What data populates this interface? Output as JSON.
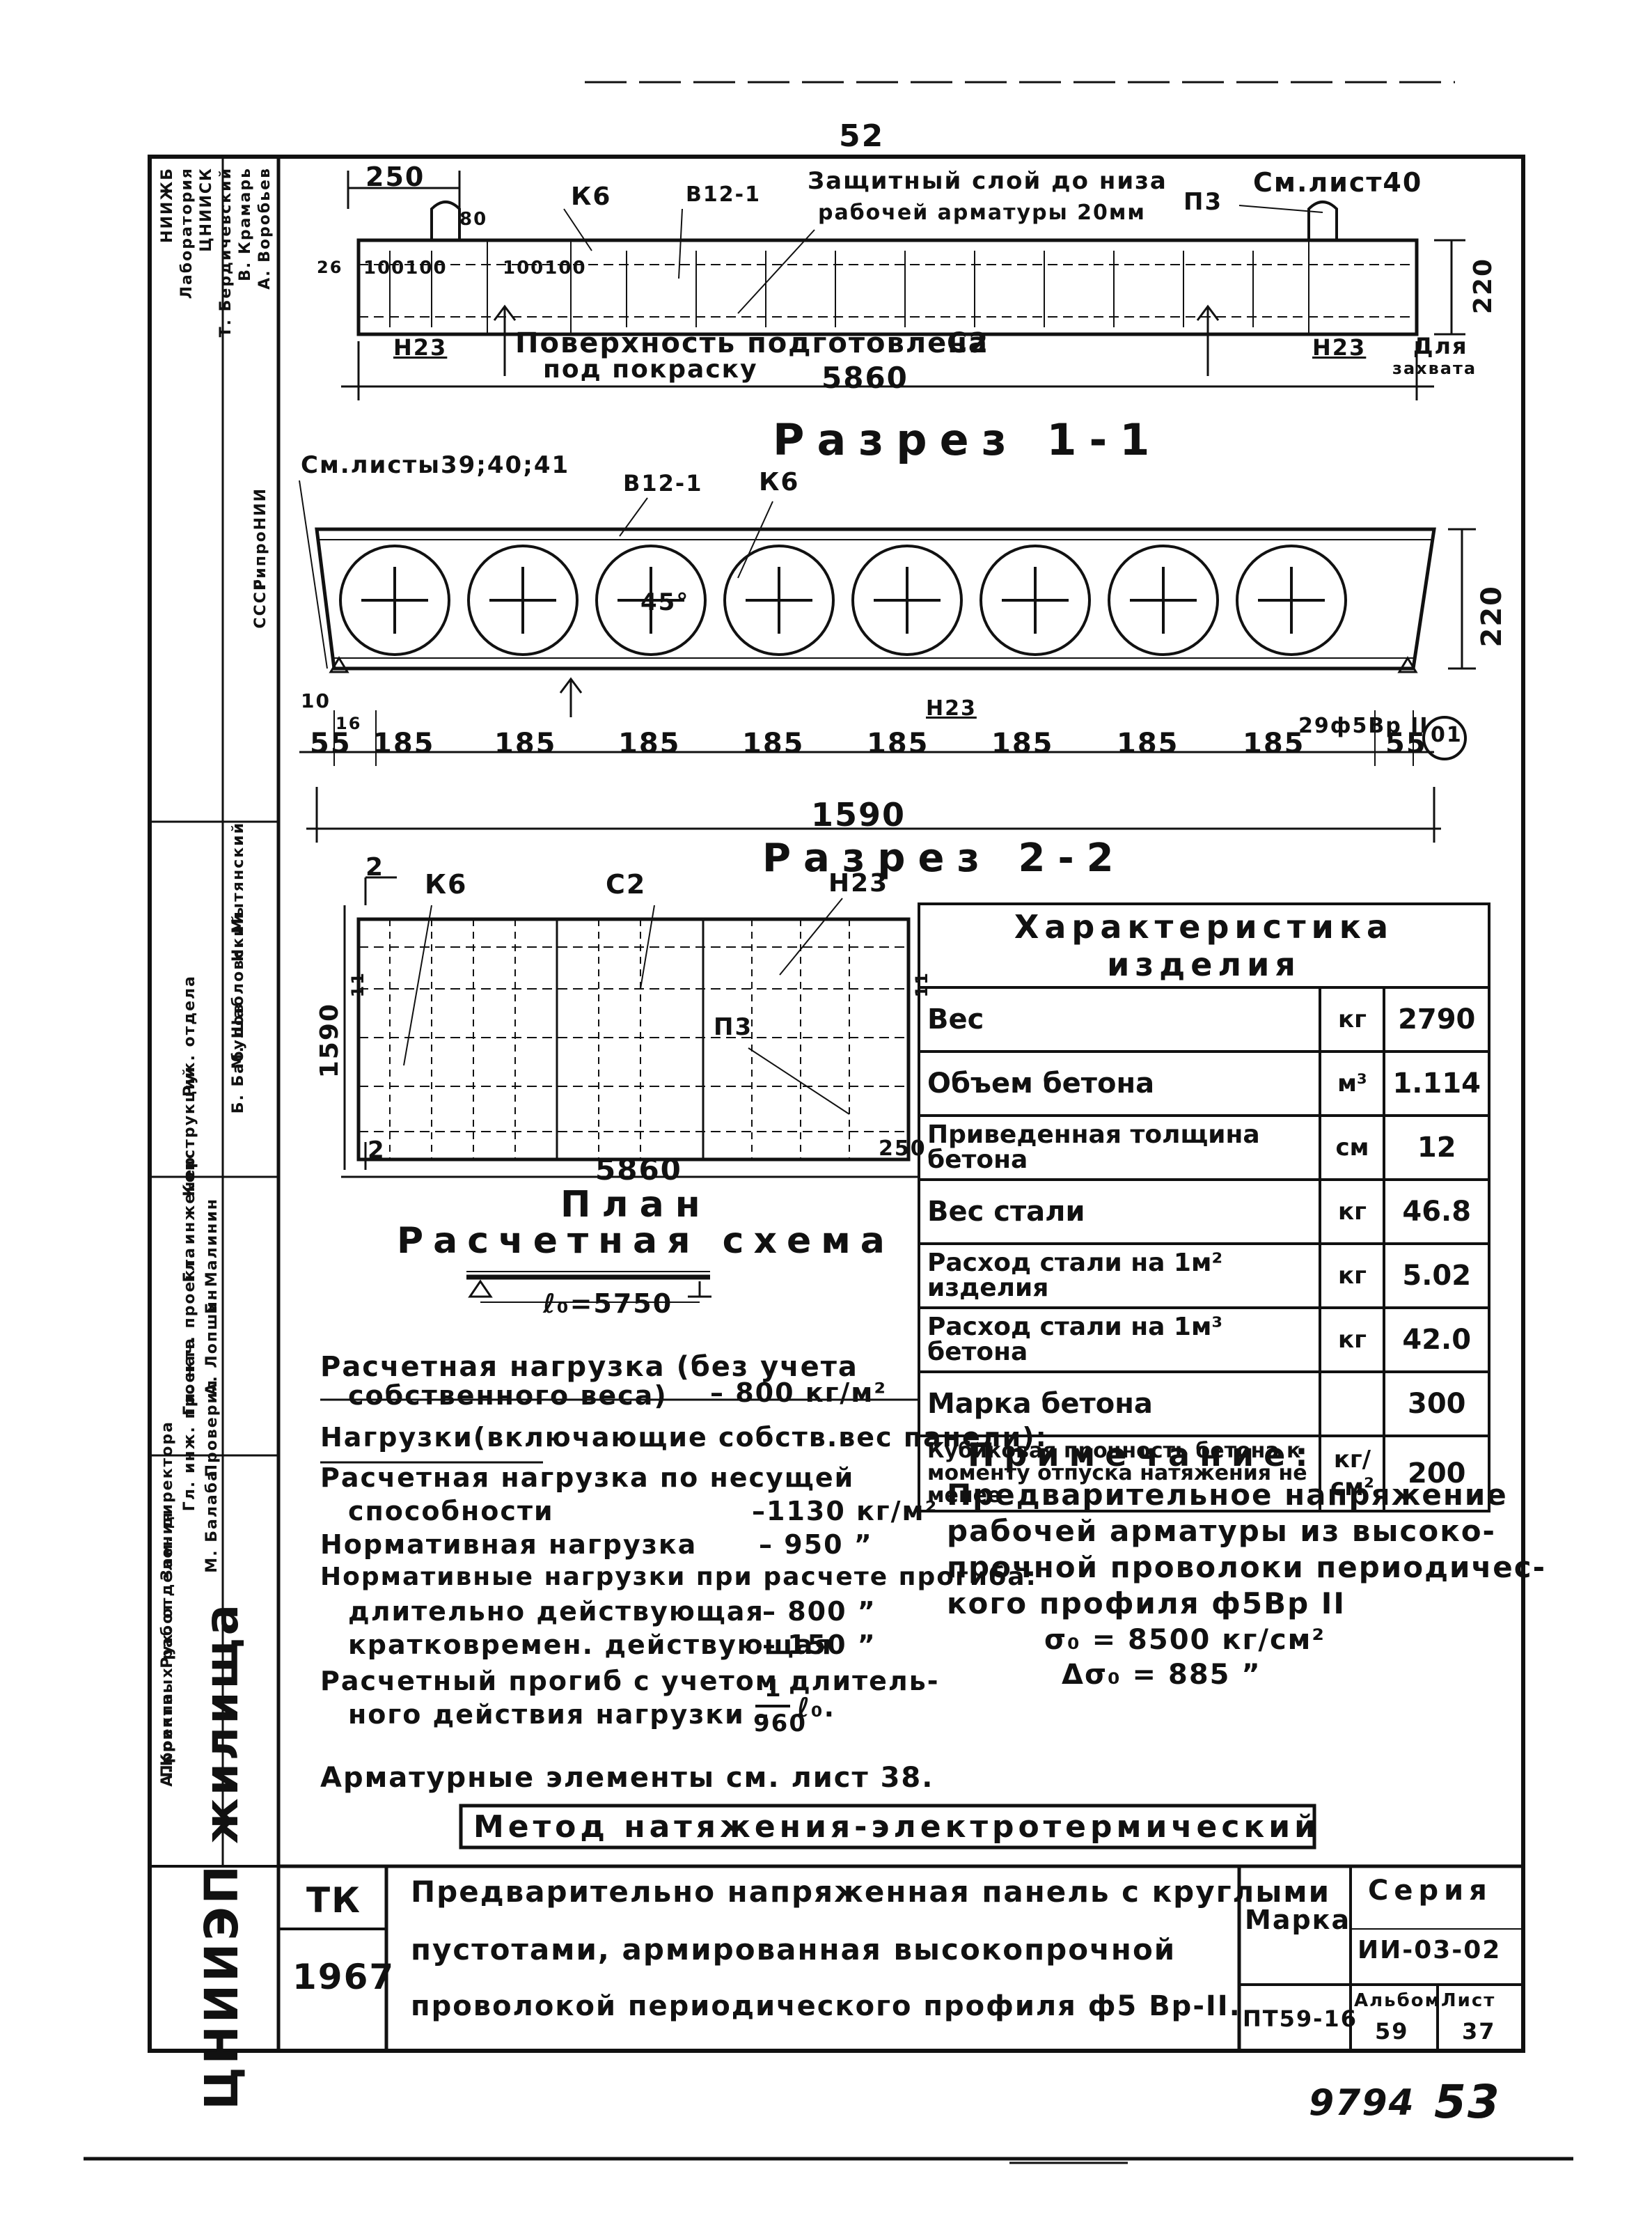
{
  "page": {
    "top_number": "52",
    "stamp_number": "9794",
    "page_number": "53"
  },
  "elevation": {
    "dim_250": "250",
    "k6": "К6",
    "v12": "В12-1",
    "protect_line1": "Защитный слой до низа",
    "protect_line2": "рабочей арматуры 20мм",
    "see_sheet": "См.лист40",
    "p3": "П3",
    "dim_80": "80",
    "dim_26": "26",
    "dim_100a": "100100",
    "dim_100b": "100100",
    "dim_220": "220",
    "n23_left": "Н23",
    "n23_right": "Н23",
    "surface_line1": "Поверхность подготовлена",
    "surface_line2": "под покраску",
    "c2": "С2",
    "dim_5860": "5860",
    "grip_line1": "Для",
    "grip_line2": "захвата"
  },
  "section11": {
    "title": "Разрез 1-1",
    "see_sheets": "См.листы39;40;41",
    "v12": "В12-1",
    "k6": "К6",
    "angle": "45°",
    "n23": "Н23",
    "dim_220": "220",
    "dim_10": "10",
    "dim_16": "16",
    "rebar": "29ф5Вр II",
    "marker": "01",
    "dims": [
      "55",
      "185",
      "185",
      "185",
      "185",
      "185",
      "185",
      "185",
      "185",
      "55"
    ],
    "total": "1590"
  },
  "section22": {
    "title": "Разрез 2-2"
  },
  "plan": {
    "label_2top": "2",
    "k6": "К6",
    "c2": "С2",
    "n23": "Н23",
    "p3": "П3",
    "dim_1590": "1590",
    "dim_11a": "11",
    "dim_11b": "11",
    "label_2bot": "2",
    "dim_5860": "5860",
    "dim_250": "250",
    "title": "План"
  },
  "scheme": {
    "title": "Расчетная схема",
    "span": "ℓ₀=5750"
  },
  "loads": {
    "design_line1": "Расчетная нагрузка (без учета",
    "design_line2": "собственного веса)",
    "design_value": "– 800 кг/м²",
    "incl_heading": "Нагрузки(включающие собств.вес панели):",
    "cap_line1": "Расчетная нагрузка по несущей",
    "cap_line2": "способности",
    "cap_value": "–1130 кг/м²",
    "norm_label": "Нормативная нагрузка",
    "norm_value": "– 950 ˮ",
    "defl_heading": "Нормативные нагрузки при расчете прогиба:",
    "long_label": "длительно действующая",
    "long_value": "– 800 ˮ",
    "short_label": "кратковремен. действующая",
    "short_value": "– 150 ˮ",
    "calc_line1": "Расчетный прогиб с учетом длитель-",
    "calc_line2": "ного действия нагрузки –",
    "frac_num": "1",
    "frac_den": "960",
    "frac_var": "ℓ₀."
  },
  "rebar_ref": "Арматурные элементы см. лист 38.",
  "method": "Метод натяжения-электротермический",
  "characteristics": {
    "title": "Характеристика изделия",
    "rows": [
      {
        "name": "Вес",
        "unit": "кг",
        "value": "2790"
      },
      {
        "name": "Объем бетона",
        "unit": "м³",
        "value": "1.114"
      },
      {
        "name": "Приведенная толщина бетона",
        "unit": "см",
        "value": "12"
      },
      {
        "name": "Вес стали",
        "unit": "кг",
        "value": "46.8"
      },
      {
        "name": "Расход стали на 1м² изделия",
        "unit": "кг",
        "value": "5.02"
      },
      {
        "name": "Расход стали на 1м³ бетона",
        "unit": "кг",
        "value": "42.0"
      },
      {
        "name": "Марка бетона",
        "unit": "",
        "value": "300"
      },
      {
        "name": "Кубиковая прочность бетона к моменту отпуска натяжения не менее",
        "unit": "кг/см²",
        "value": "200"
      }
    ]
  },
  "note": {
    "title": "Примечание:",
    "line1": "Предварительное напряжение",
    "line2": "рабочей арматуры из высоко-",
    "line3": "прочной проволоки периодичес-",
    "line4": "кого профиля ф5Вр II",
    "line5": "σ₀ = 8500 кг/см²",
    "line6": "Δσ₀ = 885 ˮ"
  },
  "title_block": {
    "tk": "ТК",
    "year": "1967",
    "desc_line1": "Предварительно напряженная панель с круглыми",
    "desc_line2": "пустотами, армированная высокопрочной",
    "desc_line3": "проволокой периодического профиля ф5 Вр-II.",
    "mark_label": "Марка",
    "mark": "ПТ59-16",
    "series_label": "Серия",
    "series": "ИИ-03-02",
    "album_label": "Альбом",
    "album": "59",
    "sheet_label": "Лист",
    "sheet": "37"
  },
  "side_stamp": {
    "org": "ЦНИИЭП жилища",
    "cols": [
      [
        "Зам. директора",
        "Рук. отделения",
        "Проектных работ",
        "А.Криппа"
      ],
      [
        "Рук. отдела",
        "Конструкций",
        "Гл. инженер",
        "Гл. нач. проекта",
        "Гл. инж. проекта"
      ],
      [
        "Б. Малинин",
        "А. Лопшин",
        "Проверил",
        "М. Балаба"
      ],
      [
        "Н. Мытянский",
        "М. Шабловский",
        "Б. Бабулов"
      ],
      [
        "ГипроНИИ",
        "СССР"
      ],
      [
        "НИИЖБ",
        "Лаборатория",
        "ЦНИИСК",
        "Т. Бердичевский",
        "В. Крамарь",
        "А. Воробьев"
      ]
    ]
  }
}
